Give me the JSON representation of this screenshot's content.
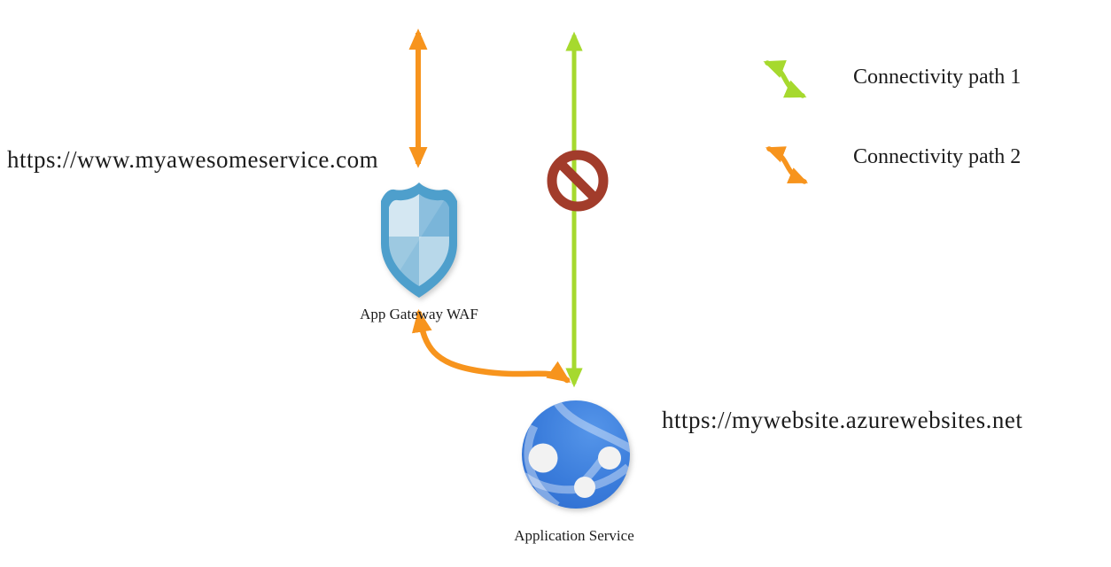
{
  "canvas": {
    "background": "#ffffff"
  },
  "endpoints": {
    "public_url": "https://www.myawesomeservice.com",
    "app_service_url": "https://mywebsite.azurewebsites.net"
  },
  "nodes": {
    "gateway": {
      "label": "App Gateway WAF",
      "icon": "shield-icon"
    },
    "app_service": {
      "label": "Application Service",
      "icon": "app-service-globe-icon"
    }
  },
  "legend": {
    "items": [
      {
        "label": "Connectivity path 1",
        "icon": "s-curve-double-arrow-icon",
        "color": "#a6d92e"
      },
      {
        "label": "Connectivity path 2",
        "icon": "s-curve-double-arrow-icon",
        "color": "#f7941d"
      }
    ]
  },
  "connectors": {
    "path1_color": "#a6d92e",
    "path2_color": "#f7941d",
    "blocked_sign_color": "#a23c2b",
    "shield_blue": "#4e9fcc",
    "globe_blue": "#3577d6"
  }
}
